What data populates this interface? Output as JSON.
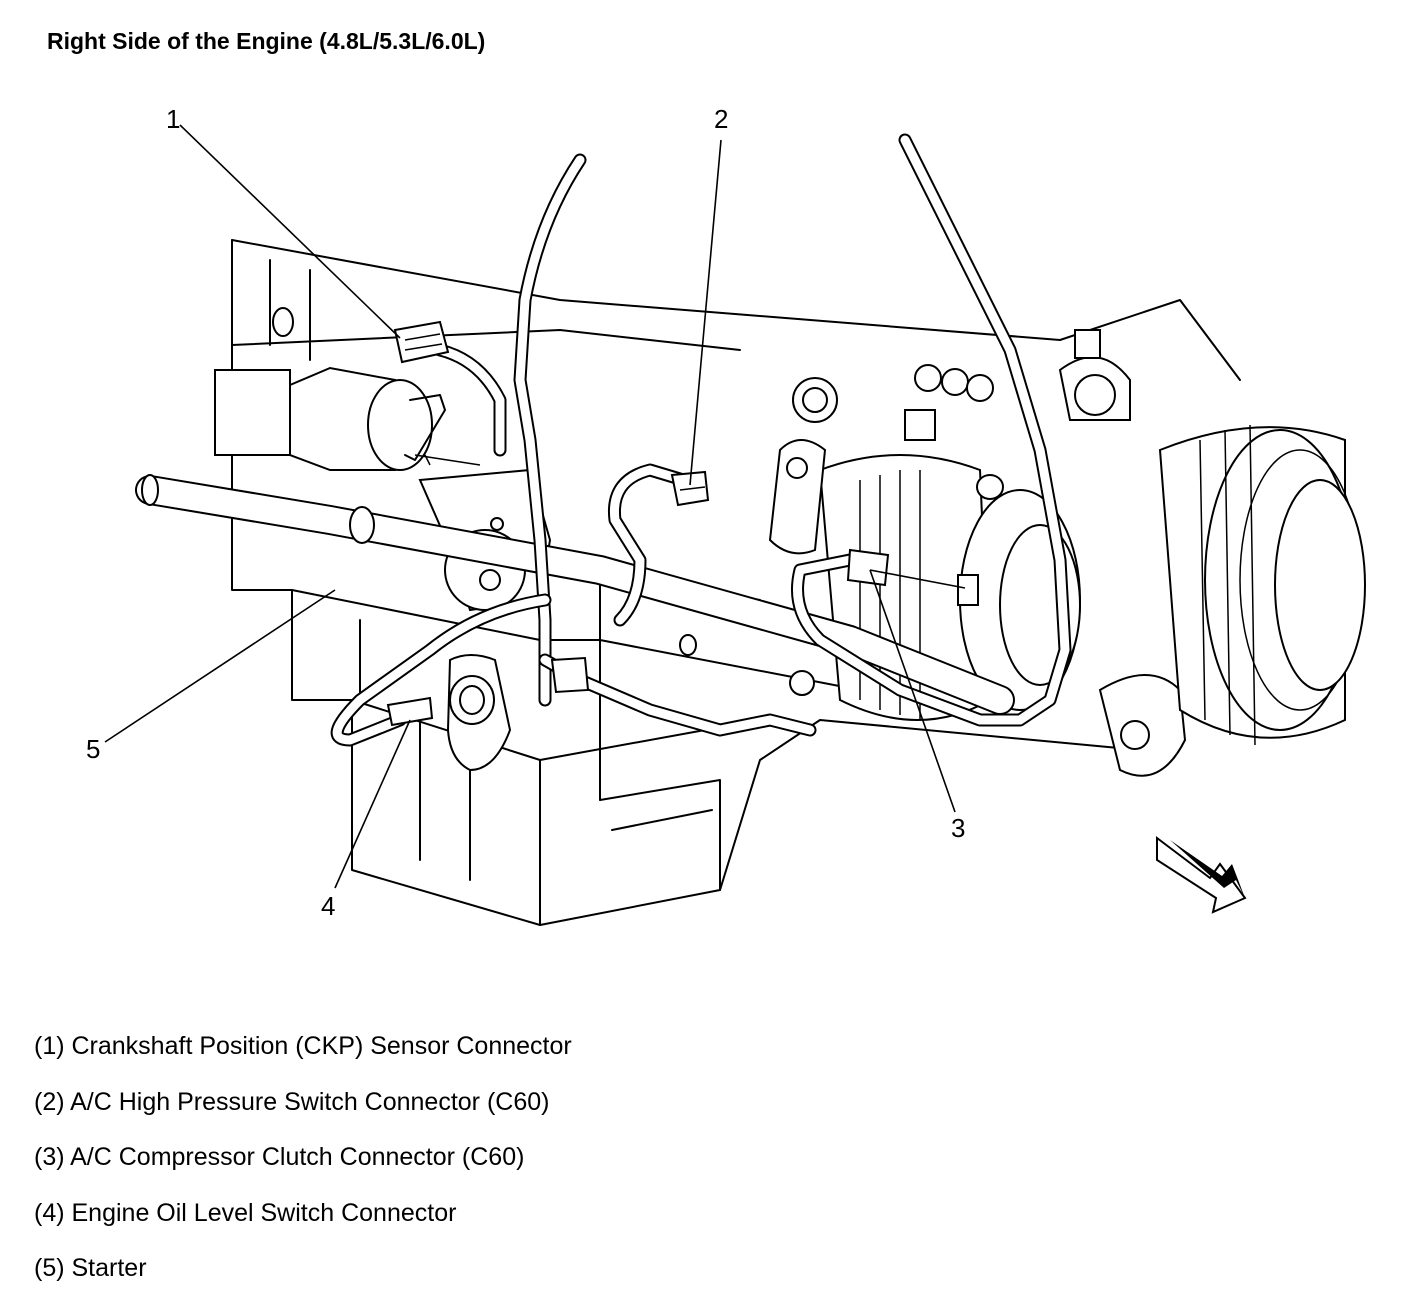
{
  "title": "Right Side of the Engine (4.8L/5.3L/6.0L)",
  "callouts": [
    {
      "number": "1"
    },
    {
      "number": "2"
    },
    {
      "number": "3"
    },
    {
      "number": "4"
    },
    {
      "number": "5"
    }
  ],
  "legend": [
    "(1) Crankshaft Position (CKP) Sensor Connector",
    "(2) A/C High Pressure Switch Connector (C60)",
    "(3) A/C Compressor Clutch Connector (C60)",
    "(4) Engine Oil Level Switch Connector",
    "(5) Starter"
  ],
  "icons": [
    "direction-arrow-icon"
  ]
}
